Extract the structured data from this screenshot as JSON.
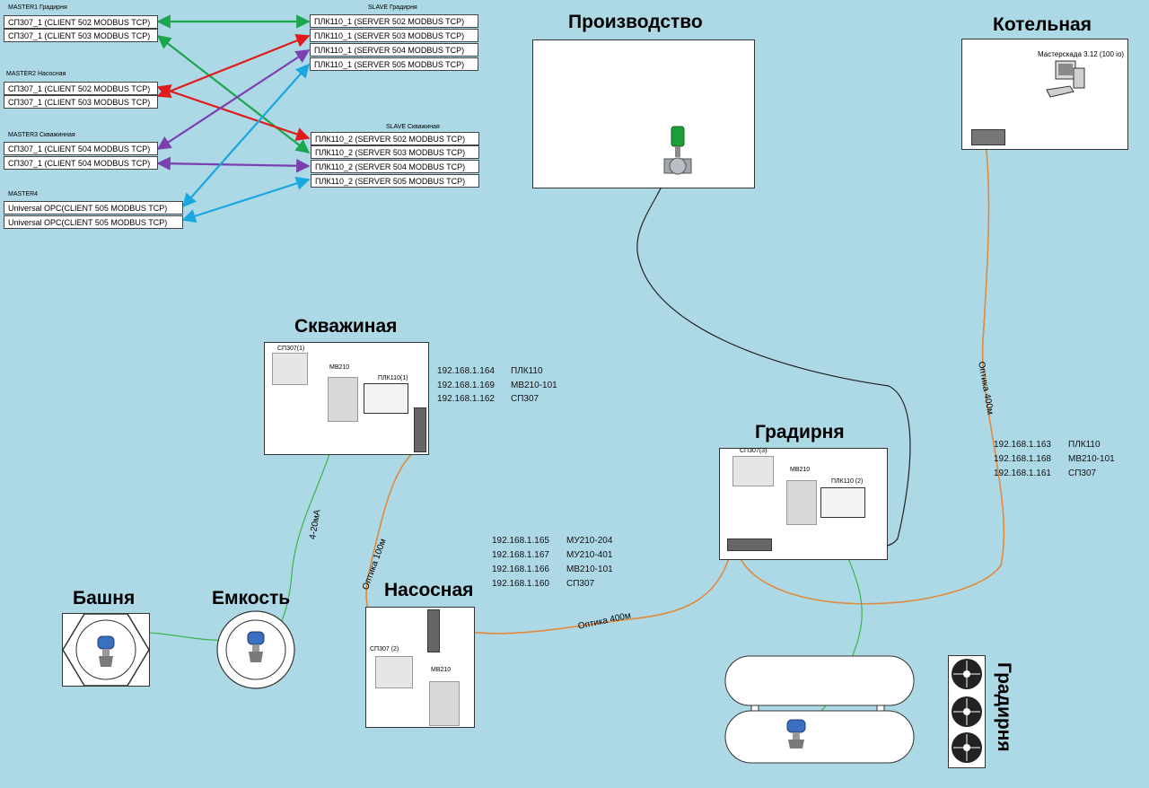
{
  "modbus": {
    "master1": {
      "caption": "MASTER1 Градирня",
      "rows": [
        "СП307_1 (CLIENT 502 MODBUS TCP)",
        "СП307_1 (CLIENT 503 MODBUS TCP)"
      ]
    },
    "master2": {
      "caption": "MASTER2 Насосная",
      "rows": [
        "СП307_1 (CLIENT 502 MODBUS TCP)",
        "СП307_1 (CLIENT 503 MODBUS TCP)"
      ]
    },
    "master3": {
      "caption": "MASTER3 Скважинная",
      "rows": [
        "СП307_1 (CLIENT 504 MODBUS TCP)",
        "СП307_1 (CLIENT 504 MODBUS TCP)"
      ]
    },
    "master4": {
      "caption": "MASTER4",
      "rows": [
        "Universal OPC(CLIENT 505 MODBUS TCP)",
        "Universal OPC(CLIENT 505 MODBUS TCP)"
      ]
    },
    "slave1": {
      "caption": "SLAVE Градирня",
      "rows": [
        "ПЛК110_1 (SERVER 502 MODBUS TCP)",
        "ПЛК110_1 (SERVER 503 MODBUS TCP)",
        "ПЛК110_1 (SERVER 504 MODBUS TCP)",
        "ПЛК110_1 (SERVER 505 MODBUS TCP)"
      ]
    },
    "slave2": {
      "caption": "SLAVE Скважиная",
      "rows": [
        "ПЛК110_2 (SERVER 502 MODBUS TCP)",
        "ПЛК110_2 (SERVER 503 MODBUS TCP)",
        "ПЛК110_2 (SERVER 504 MODBUS TCP)",
        "ПЛК110_2 (SERVER 505 MODBUS TCP)"
      ]
    }
  },
  "colors": {
    "green": "#1aa64a",
    "red": "#e01b1b",
    "purple": "#7b3fb0",
    "blue": "#1aa7e0",
    "optic": "#e08a3a",
    "cable": "#3a8fd8",
    "signal": "#39b54a"
  },
  "sections": {
    "proizvodstvo": "Производство",
    "kotelnaya": "Котельная",
    "skvazhinaya": "Скважиная",
    "gradirnya": "Градирня",
    "nasosnaya": "Насосная",
    "bashnya": "Башня",
    "emkost": "Емкость",
    "gradirnya_vertical": "Градирня"
  },
  "kotelnaya": {
    "pc_label": "Мастерскада 3.12 (100 io)"
  },
  "skvazhinaya": {
    "labels": {
      "sp307": "СП307(1)",
      "mv210": "МВ210",
      "plk110": "ПЛК110(1)"
    },
    "ips": [
      {
        "ip": "192.168.1.164",
        "device": "ПЛК110"
      },
      {
        "ip": "192.168.1.169",
        "device": "МВ210-101"
      },
      {
        "ip": "192.168.1.162",
        "device": "СП307"
      }
    ]
  },
  "gradirnya": {
    "labels": {
      "sp307": "СП307(3)",
      "mv210": "МВ210",
      "plk110": "ПЛК110 (2)"
    },
    "ips": [
      {
        "ip": "192.168.1.163",
        "device": "ПЛК110"
      },
      {
        "ip": "192.168.1.168",
        "device": "МВ210-101"
      },
      {
        "ip": "192.168.1.161",
        "device": "СП307"
      }
    ]
  },
  "nasosnaya": {
    "labels": {
      "sp307": "СП307 (2)",
      "mv210": "МВ210"
    },
    "ips": [
      {
        "ip": "192.168.1.165",
        "device": "МУ210-204"
      },
      {
        "ip": "192.168.1.167",
        "device": "МУ210-401"
      },
      {
        "ip": "192.168.1.166",
        "device": "МВ210-101"
      },
      {
        "ip": "192.168.1.160",
        "device": "СП307"
      }
    ]
  },
  "links": {
    "optika_100": "Оптика 100м",
    "optika_400_h": "Оптика 400м",
    "optika_400_v": "Оптика 400м",
    "signal_4_20": "4-20мА"
  }
}
